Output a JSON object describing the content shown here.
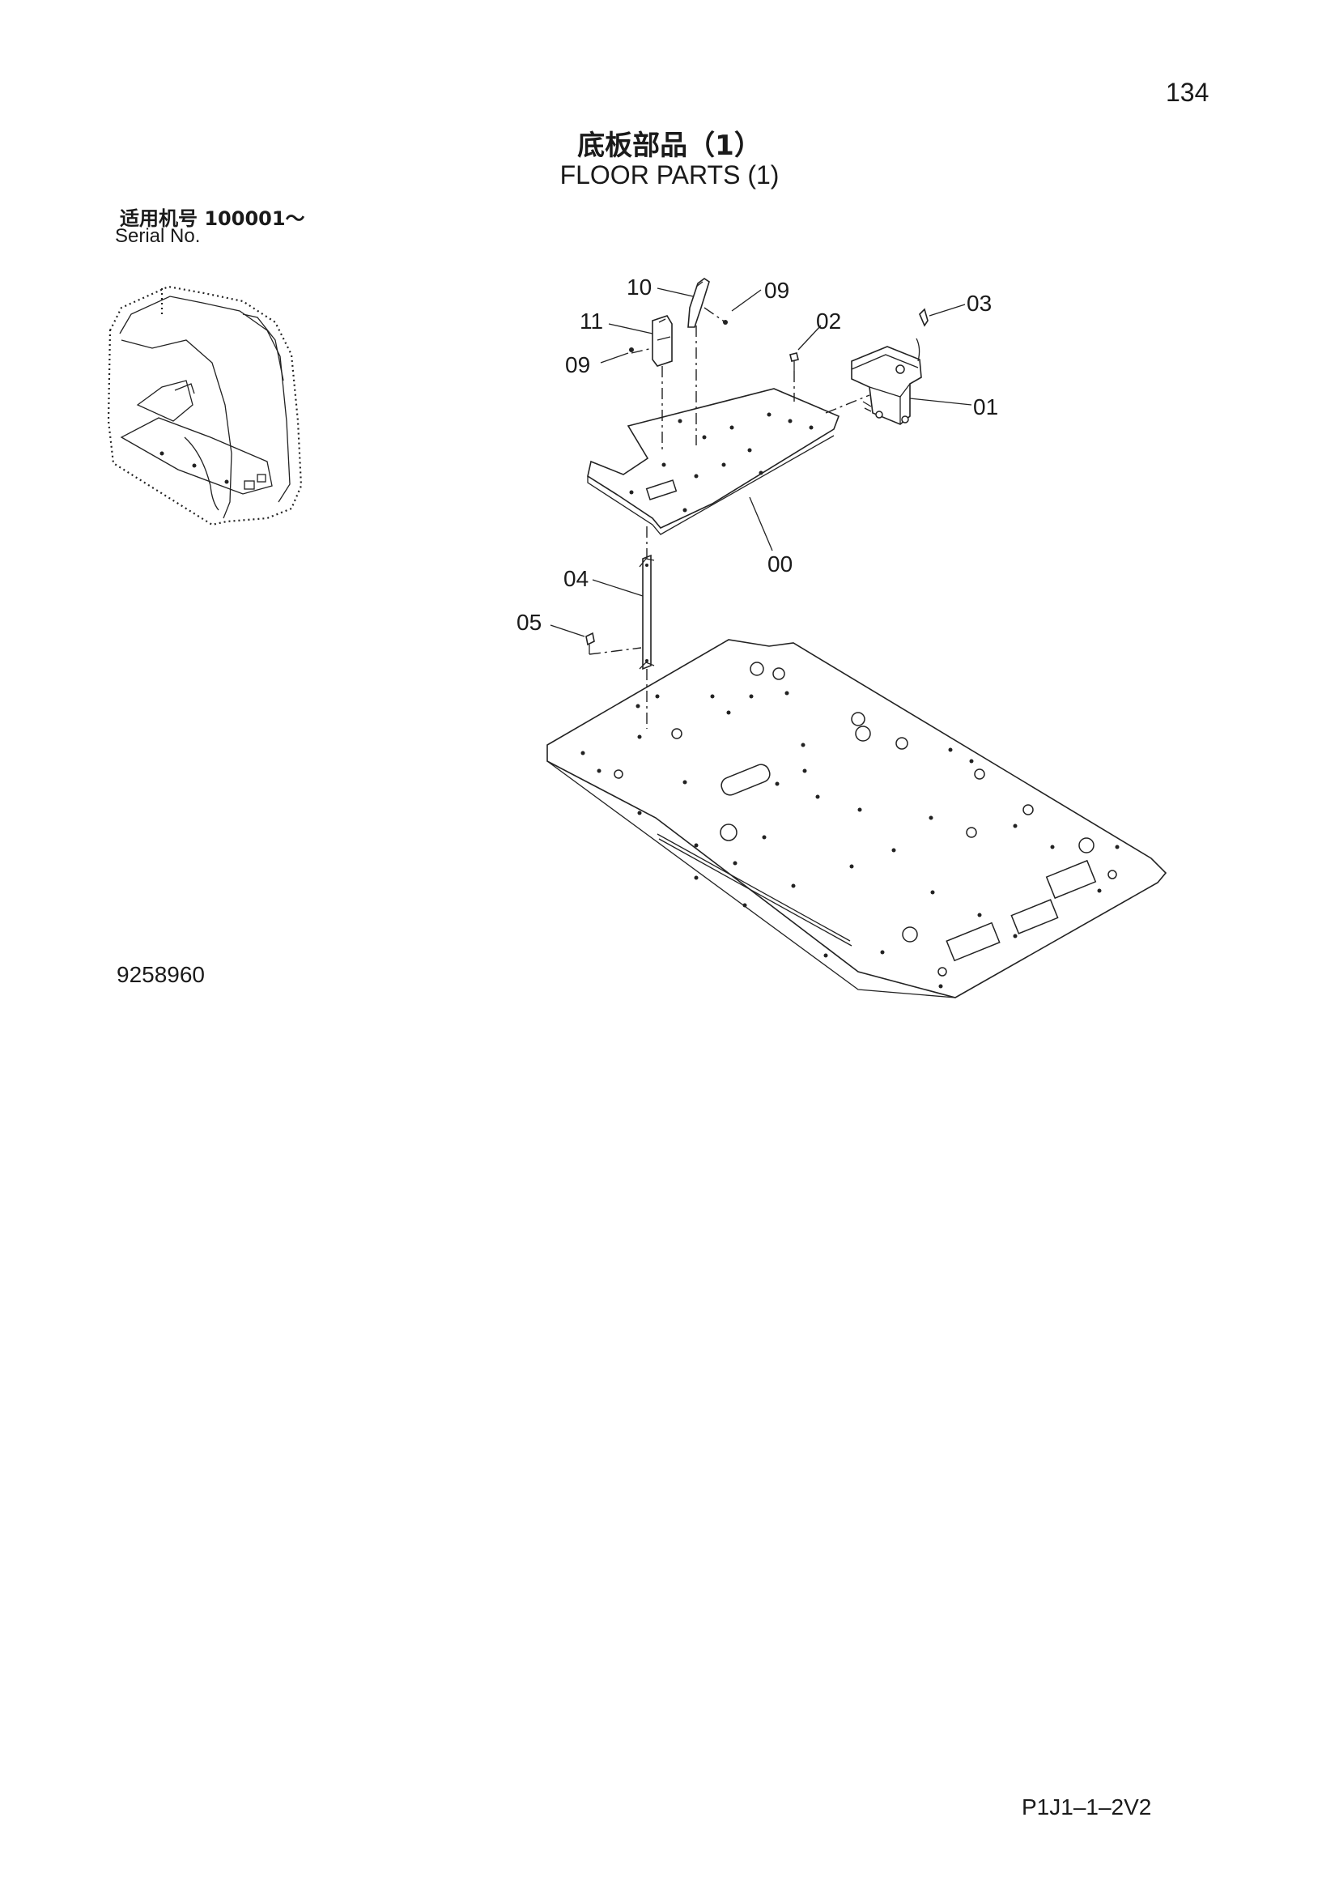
{
  "page": {
    "number": "134"
  },
  "title": {
    "cn": "底板部品（1）",
    "en": "FLOOR PARTS (1)"
  },
  "serial": {
    "cn": "适用机号  100001～",
    "en": "Serial No."
  },
  "drawing_number": "9258960",
  "footer_code": "P1J1–1–2V2",
  "callouts": {
    "c00": "00",
    "c01": "01",
    "c02": "02",
    "c03": "03",
    "c04": "04",
    "c05": "05",
    "c09a": "09",
    "c09b": "09",
    "c10": "10",
    "c11": "11"
  }
}
